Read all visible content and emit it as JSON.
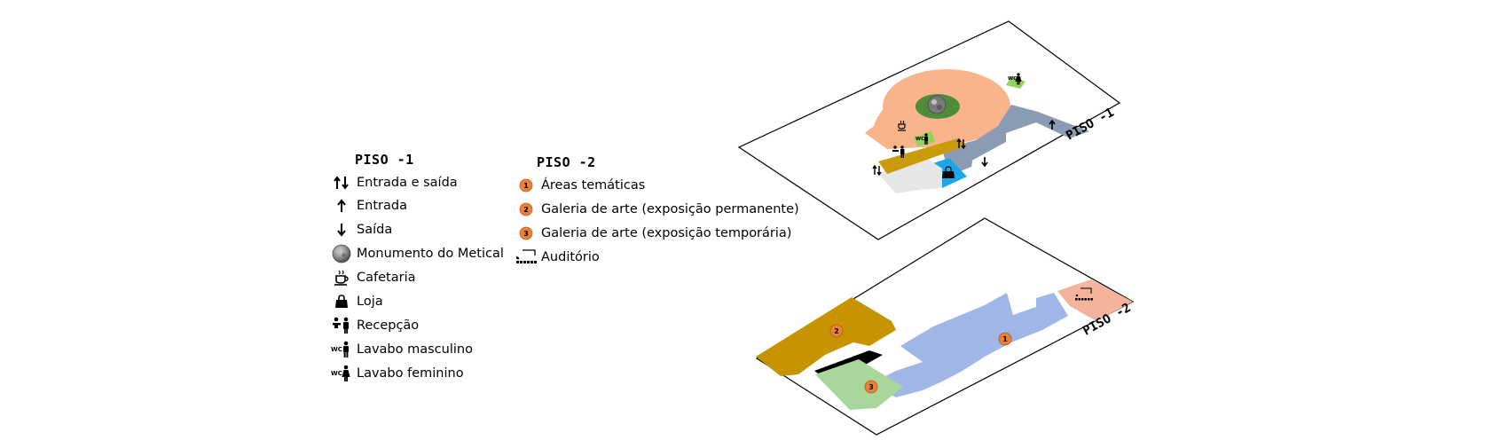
{
  "legend_piso1": {
    "title": "PISO -1",
    "items": [
      {
        "label": "Entrada e saída",
        "icon": "up-down-arrows-icon"
      },
      {
        "label": "Entrada",
        "icon": "up-arrow-icon"
      },
      {
        "label": "Saída",
        "icon": "down-arrow-icon"
      },
      {
        "label": "Monumento do Metical",
        "icon": "coin-monument-icon"
      },
      {
        "label": "Cafetaria",
        "icon": "coffee-cup-icon"
      },
      {
        "label": "Loja",
        "icon": "shopping-bag-icon"
      },
      {
        "label": "Recepção",
        "icon": "reception-desk-icon"
      },
      {
        "label": "Lavabo masculino",
        "icon": "wc-male-icon"
      },
      {
        "label": "Lavabo feminino",
        "icon": "wc-female-icon"
      }
    ]
  },
  "legend_piso2": {
    "title": "PISO -2",
    "items": [
      {
        "label": "Áreas temáticas",
        "icon": "number-1-badge-icon",
        "badge": "1"
      },
      {
        "label": "Galeria de arte (exposição permanente)",
        "icon": "number-2-badge-icon",
        "badge": "2"
      },
      {
        "label": "Galeria de arte  (exposição temporária)",
        "icon": "number-3-badge-icon",
        "badge": "3"
      },
      {
        "label": "Auditório",
        "icon": "auditorium-icon"
      }
    ]
  },
  "plan": {
    "upper_floor_label": "PISO -1",
    "lower_floor_label": "PISO -2",
    "badge_1": "1",
    "badge_2": "2",
    "badge_3": "3",
    "wc_text": "WC"
  },
  "colors": {
    "plaza_salmon": "#f9b48c",
    "monument_green": "#4e8b3a",
    "corridor_grey": "#8a9bb3",
    "cafe_gold": "#c99a0a",
    "shop_blue": "#1aa6e8",
    "light_grey": "#e6e6e6",
    "wc_green": "#93d15e",
    "thematic_blue": "#a0b6e6",
    "gallery_gold": "#c79400",
    "temporary_green": "#a9d69a",
    "auditorium_salmon": "#f4b39b",
    "badge_orange": "#e8823a"
  }
}
